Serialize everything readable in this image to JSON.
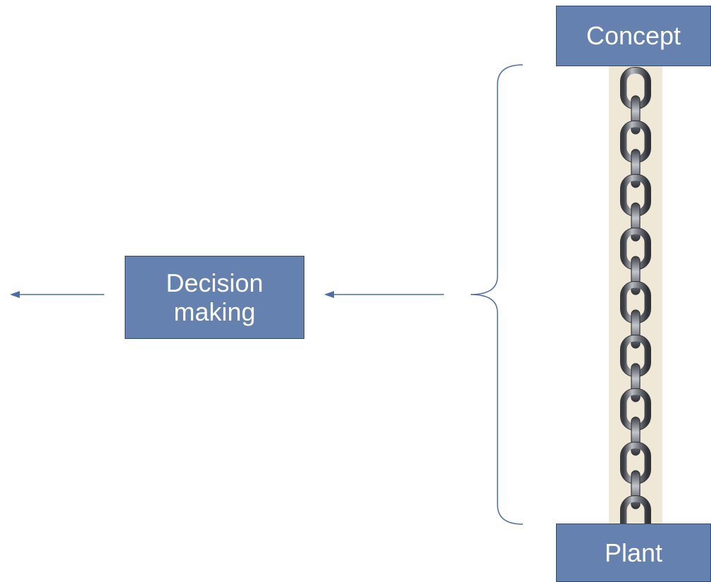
{
  "nodes": {
    "concept": {
      "label": "Concept"
    },
    "plant": {
      "label": "Plant"
    },
    "decision": {
      "label": "Decision\nmaking"
    }
  },
  "colors": {
    "box_fill": "#6581b0",
    "box_border": "#2e4a78",
    "line": "#4a6fa5",
    "chain_metal": "#8e9298",
    "chain_dark": "#2f3338",
    "chain_background": "#efe8d6"
  },
  "icons": {
    "chain": "chain-illustration",
    "brace": "curly-brace",
    "arrow": "left-arrow"
  }
}
